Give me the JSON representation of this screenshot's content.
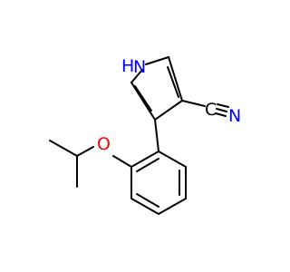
{
  "colors": {
    "background": "#ffffff",
    "bond": "#000000",
    "nitrogen": "#0000ff",
    "oxygen": "#ff0000"
  },
  "atoms": {
    "pyrrole_h": "H",
    "pyrrole_n": "N",
    "nitrile_c": "C",
    "nitrile_n": "N",
    "ether_o": "O"
  }
}
